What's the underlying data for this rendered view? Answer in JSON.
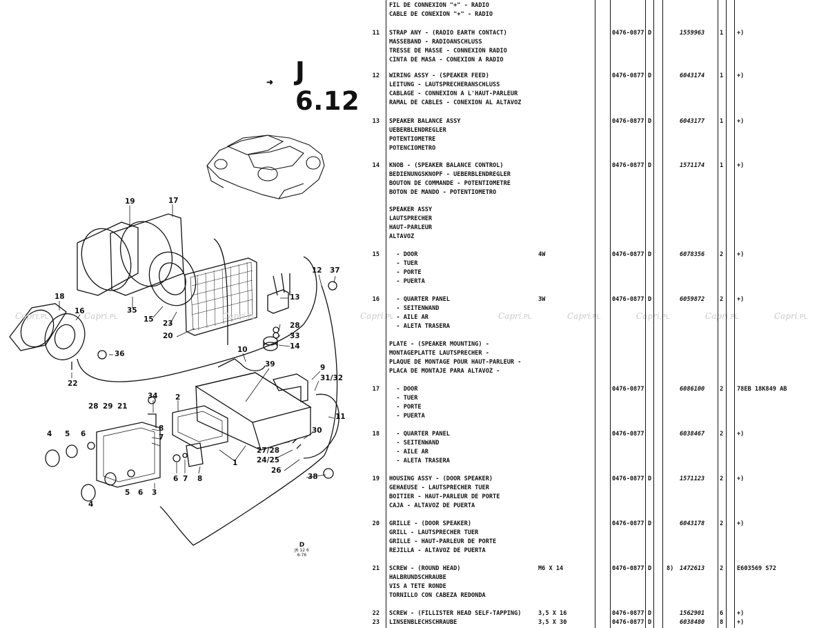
{
  "page": {
    "section_title": "J 6.12",
    "drawing_ref": [
      "D",
      "J6 12 6",
      "6-76"
    ],
    "watermark": "Capri",
    "watermark_suffix": ".PL"
  },
  "callouts": [
    "1",
    "2",
    "3",
    "4",
    "4",
    "5",
    "5",
    "6",
    "6",
    "6",
    "7",
    "7",
    "8",
    "8",
    "9",
    "10",
    "11",
    "12",
    "13",
    "14",
    "15",
    "16",
    "17",
    "18",
    "19",
    "20",
    "21",
    "22",
    "23",
    "24/25",
    "26",
    "27/28",
    "28",
    "28",
    "29",
    "30",
    "31/32",
    "33",
    "34",
    "35",
    "36",
    "37",
    "38",
    "39"
  ],
  "table": {
    "rows": [
      {
        "no": "",
        "desc": [
          "FIL DE CONNEXION \"+\" - RADIO",
          "CABLE DE CONEXION \"+\" - RADIO"
        ],
        "spec": "",
        "date": "",
        "d": "",
        "note": "",
        "part": "",
        "qty": "",
        "remark": ""
      },
      {
        "no": "11",
        "desc": [
          "STRAP ANY - (RADIO EARTH CONTACT)",
          "MASSEBAND - RADIOANSCHLUSS",
          "TRESSE DE MASSE - CONNEXION RADIO",
          "CINTA DE MASA - CONEXION A RADIO"
        ],
        "spec": "",
        "date": "0476-0877",
        "d": "D",
        "note": "",
        "part": "1559963",
        "qty": "1",
        "remark": "+)"
      },
      {
        "no": "12",
        "desc": [
          "WIRING ASSY - (SPEAKER FEED)",
          "LEITUNG - LAUTSPRECHERANSCHLUSS",
          "CABLAGE - CONNEXION A L'HAUT-PARLEUR",
          "RAMAL DE CABLES - CONEXION AL ALTAVOZ"
        ],
        "spec": "",
        "date": "0476-0877",
        "d": "D",
        "note": "",
        "part": "6043174",
        "qty": "1",
        "remark": "+)"
      },
      {
        "no": "13",
        "desc": [
          "SPEAKER BALANCE ASSY",
          "UEBERBLENDREGLER",
          "POTENTIOMETRE",
          "POTENCIOMETRO"
        ],
        "spec": "",
        "date": "0476-0877",
        "d": "D",
        "note": "",
        "part": "6043177",
        "qty": "1",
        "remark": "+)"
      },
      {
        "no": "14",
        "desc": [
          "KNOB - (SPEAKER BALANCE CONTROL)",
          "BEDIENUNGSKNOPF - UEBERBLENDREGLER",
          "BOUTON DE COMMANDE - POTENTIOMETRE",
          "BOTON DE MANDO - POTENTIOMETRO"
        ],
        "spec": "",
        "date": "0476-0877",
        "d": "D",
        "note": "",
        "part": "1571174",
        "qty": "1",
        "remark": "+)"
      },
      {
        "no": "",
        "desc": [
          "SPEAKER ASSY",
          "LAUTSPRECHER",
          "HAUT-PARLEUR",
          "ALTAVOZ"
        ],
        "spec": "",
        "date": "",
        "d": "",
        "note": "",
        "part": "",
        "qty": "",
        "remark": ""
      },
      {
        "no": "15",
        "desc": [
          "  - DOOR",
          "  - TUER",
          "  - PORTE",
          "  - PUERTA"
        ],
        "spec": "4W",
        "date": "0476-0877",
        "d": "D",
        "note": "",
        "part": "6078356",
        "qty": "2",
        "remark": "+)"
      },
      {
        "no": "16",
        "desc": [
          "  - QUARTER PANEL",
          "  - SEITENWAND",
          "  - AILE AR",
          "  - ALETA TRASERA"
        ],
        "spec": "3W",
        "date": "0476-0877",
        "d": "D",
        "note": "",
        "part": "6059872",
        "qty": "2",
        "remark": "+)"
      },
      {
        "no": "",
        "desc": [
          "PLATE - (SPEAKER MOUNTING) -",
          "MONTAGEPLATTE LAUTSPRECHER -",
          "PLAQUE DE MONTAGE POUR HAUT-PARLEUR -",
          "PLACA DE MONTAJE PARA ALTAVOZ -"
        ],
        "spec": "",
        "date": "",
        "d": "",
        "note": "",
        "part": "",
        "qty": "",
        "remark": ""
      },
      {
        "no": "17",
        "desc": [
          "  - DOOR",
          "  - TUER",
          "  - PORTE",
          "  - PUERTA"
        ],
        "spec": "",
        "date": "0476-0877",
        "d": "",
        "note": "",
        "part": "6086100",
        "qty": "2",
        "remark": "78EB 18K849 AB"
      },
      {
        "no": "18",
        "desc": [
          "  - QUARTER PANEL",
          "  - SEITENWAND",
          "  - AILE AR",
          "  - ALETA TRASERA"
        ],
        "spec": "",
        "date": "0476-0877",
        "d": "",
        "note": "",
        "part": "6038467",
        "qty": "2",
        "remark": "+)"
      },
      {
        "no": "19",
        "desc": [
          "HOUSING ASSY - (DOOR SPEAKER)",
          "GEHAEUSE - LAUTSPRECHER TUER",
          "BOITIER - HAUT-PARLEUR DE PORTE",
          "CAJA - ALTAVOZ DE PUERTA"
        ],
        "spec": "",
        "date": "0476-0877",
        "d": "D",
        "note": "",
        "part": "1571123",
        "qty": "2",
        "remark": "+)"
      },
      {
        "no": "20",
        "desc": [
          "GRILLE - (DOOR SPEAKER)",
          "GRILL - LAUTSPRECHER TUER",
          "GRILLE - HAUT-PARLEUR DE PORTE",
          "REJILLA - ALTAVOZ DE PUERTA"
        ],
        "spec": "",
        "date": "0476-0877",
        "d": "D",
        "note": "",
        "part": "6043178",
        "qty": "2",
        "remark": "+)"
      },
      {
        "no": "21",
        "desc": [
          "SCREW - (ROUND HEAD)",
          "HALBRUNDSCHRAUBE",
          "VIS A TETE RONDE",
          "TORNILLO CON CABEZA REDONDA"
        ],
        "spec": "M6 X 14",
        "date": "0476-0877",
        "d": "D",
        "note": "8)",
        "part": "1472613",
        "qty": "2",
        "remark": "E603569 S72"
      },
      {
        "no": "22",
        "desc": [
          "SCREW - (FILLISTER HEAD SELF-TAPPING)"
        ],
        "spec": "3,5 X 16",
        "date": "0476-0877",
        "d": "D",
        "note": "",
        "part": "1562901",
        "qty": "6",
        "remark": "+)"
      },
      {
        "no": "23",
        "desc": [
          "LINSENBLECHSCHRAUBE"
        ],
        "spec": "3,5 X 30",
        "date": "0476-0877",
        "d": "D",
        "note": "",
        "part": "6038480",
        "qty": "8",
        "remark": "+)"
      }
    ]
  }
}
